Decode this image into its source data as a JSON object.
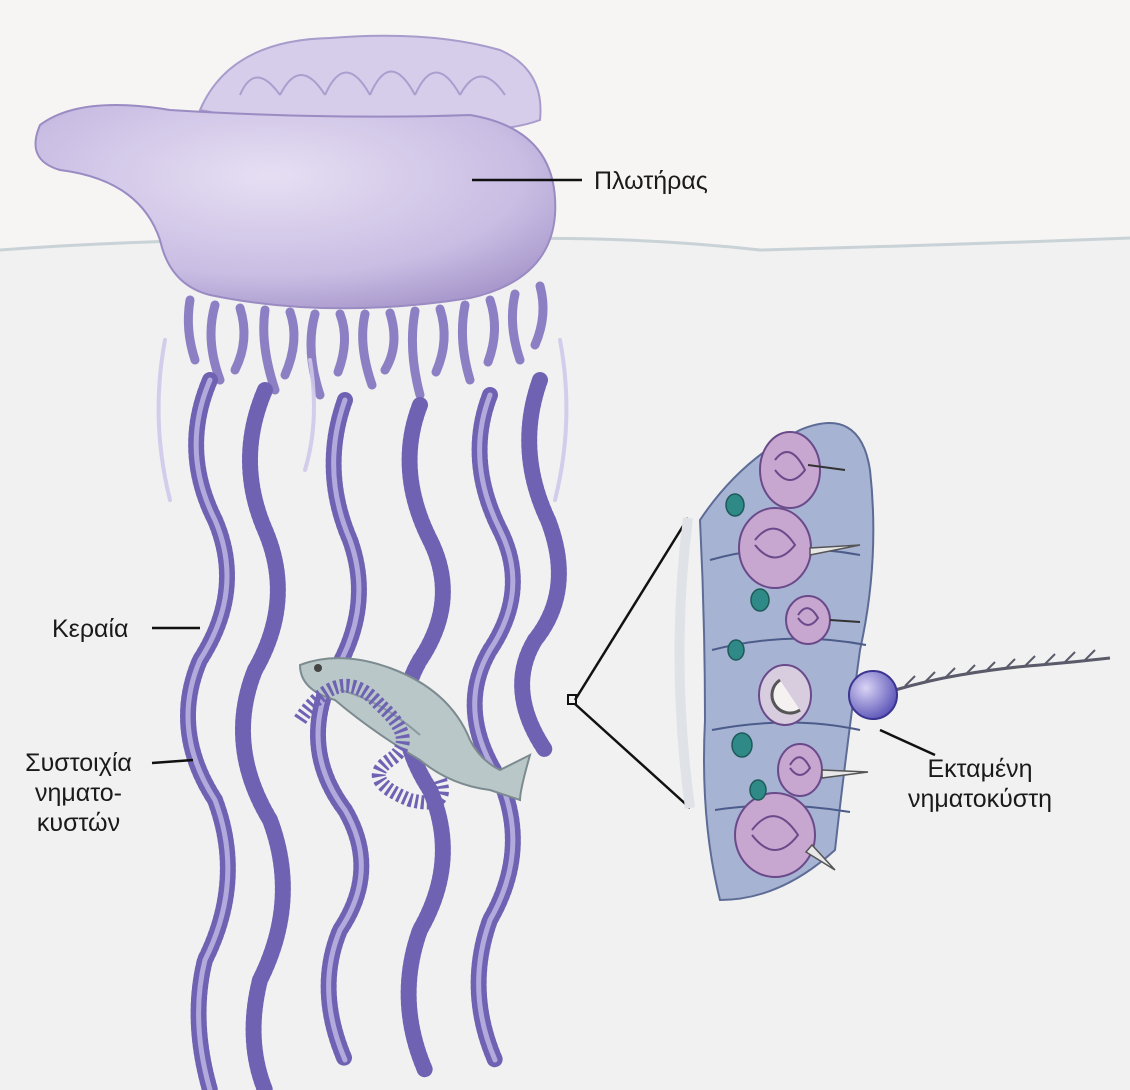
{
  "labels": {
    "float": "Πλωτήρας",
    "tentacle": "Κεραία",
    "nematocyst_array": [
      "Συστοιχία",
      "νηματο-",
      "κυστών"
    ],
    "discharged_nematocyst": [
      "Εκταμένη",
      "νηματοκύστη"
    ]
  },
  "colors": {
    "float": "#cdc3e6",
    "tentacle": "#7a6db8",
    "water": "#dfe3e6",
    "cell": "#8fa0c4",
    "nucleus": "#2f8a87"
  }
}
